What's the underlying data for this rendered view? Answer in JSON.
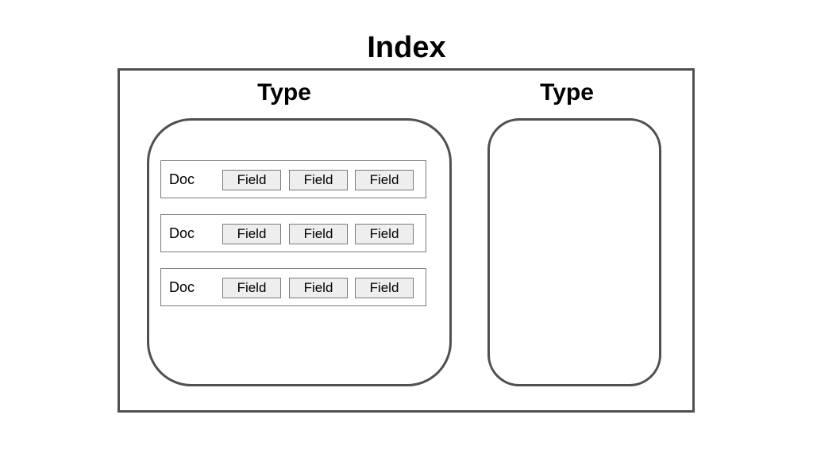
{
  "index": {
    "title": "Index"
  },
  "types": [
    {
      "title": "Type"
    },
    {
      "title": "Type"
    }
  ],
  "docs": [
    {
      "label": "Doc",
      "fields": [
        "Field",
        "Field",
        "Field"
      ]
    },
    {
      "label": "Doc",
      "fields": [
        "Field",
        "Field",
        "Field"
      ]
    },
    {
      "label": "Doc",
      "fields": [
        "Field",
        "Field",
        "Field"
      ]
    }
  ],
  "colors": {
    "border": "#505050",
    "doc_border": "#7a7a7a",
    "field_fill": "#eeeeee"
  }
}
